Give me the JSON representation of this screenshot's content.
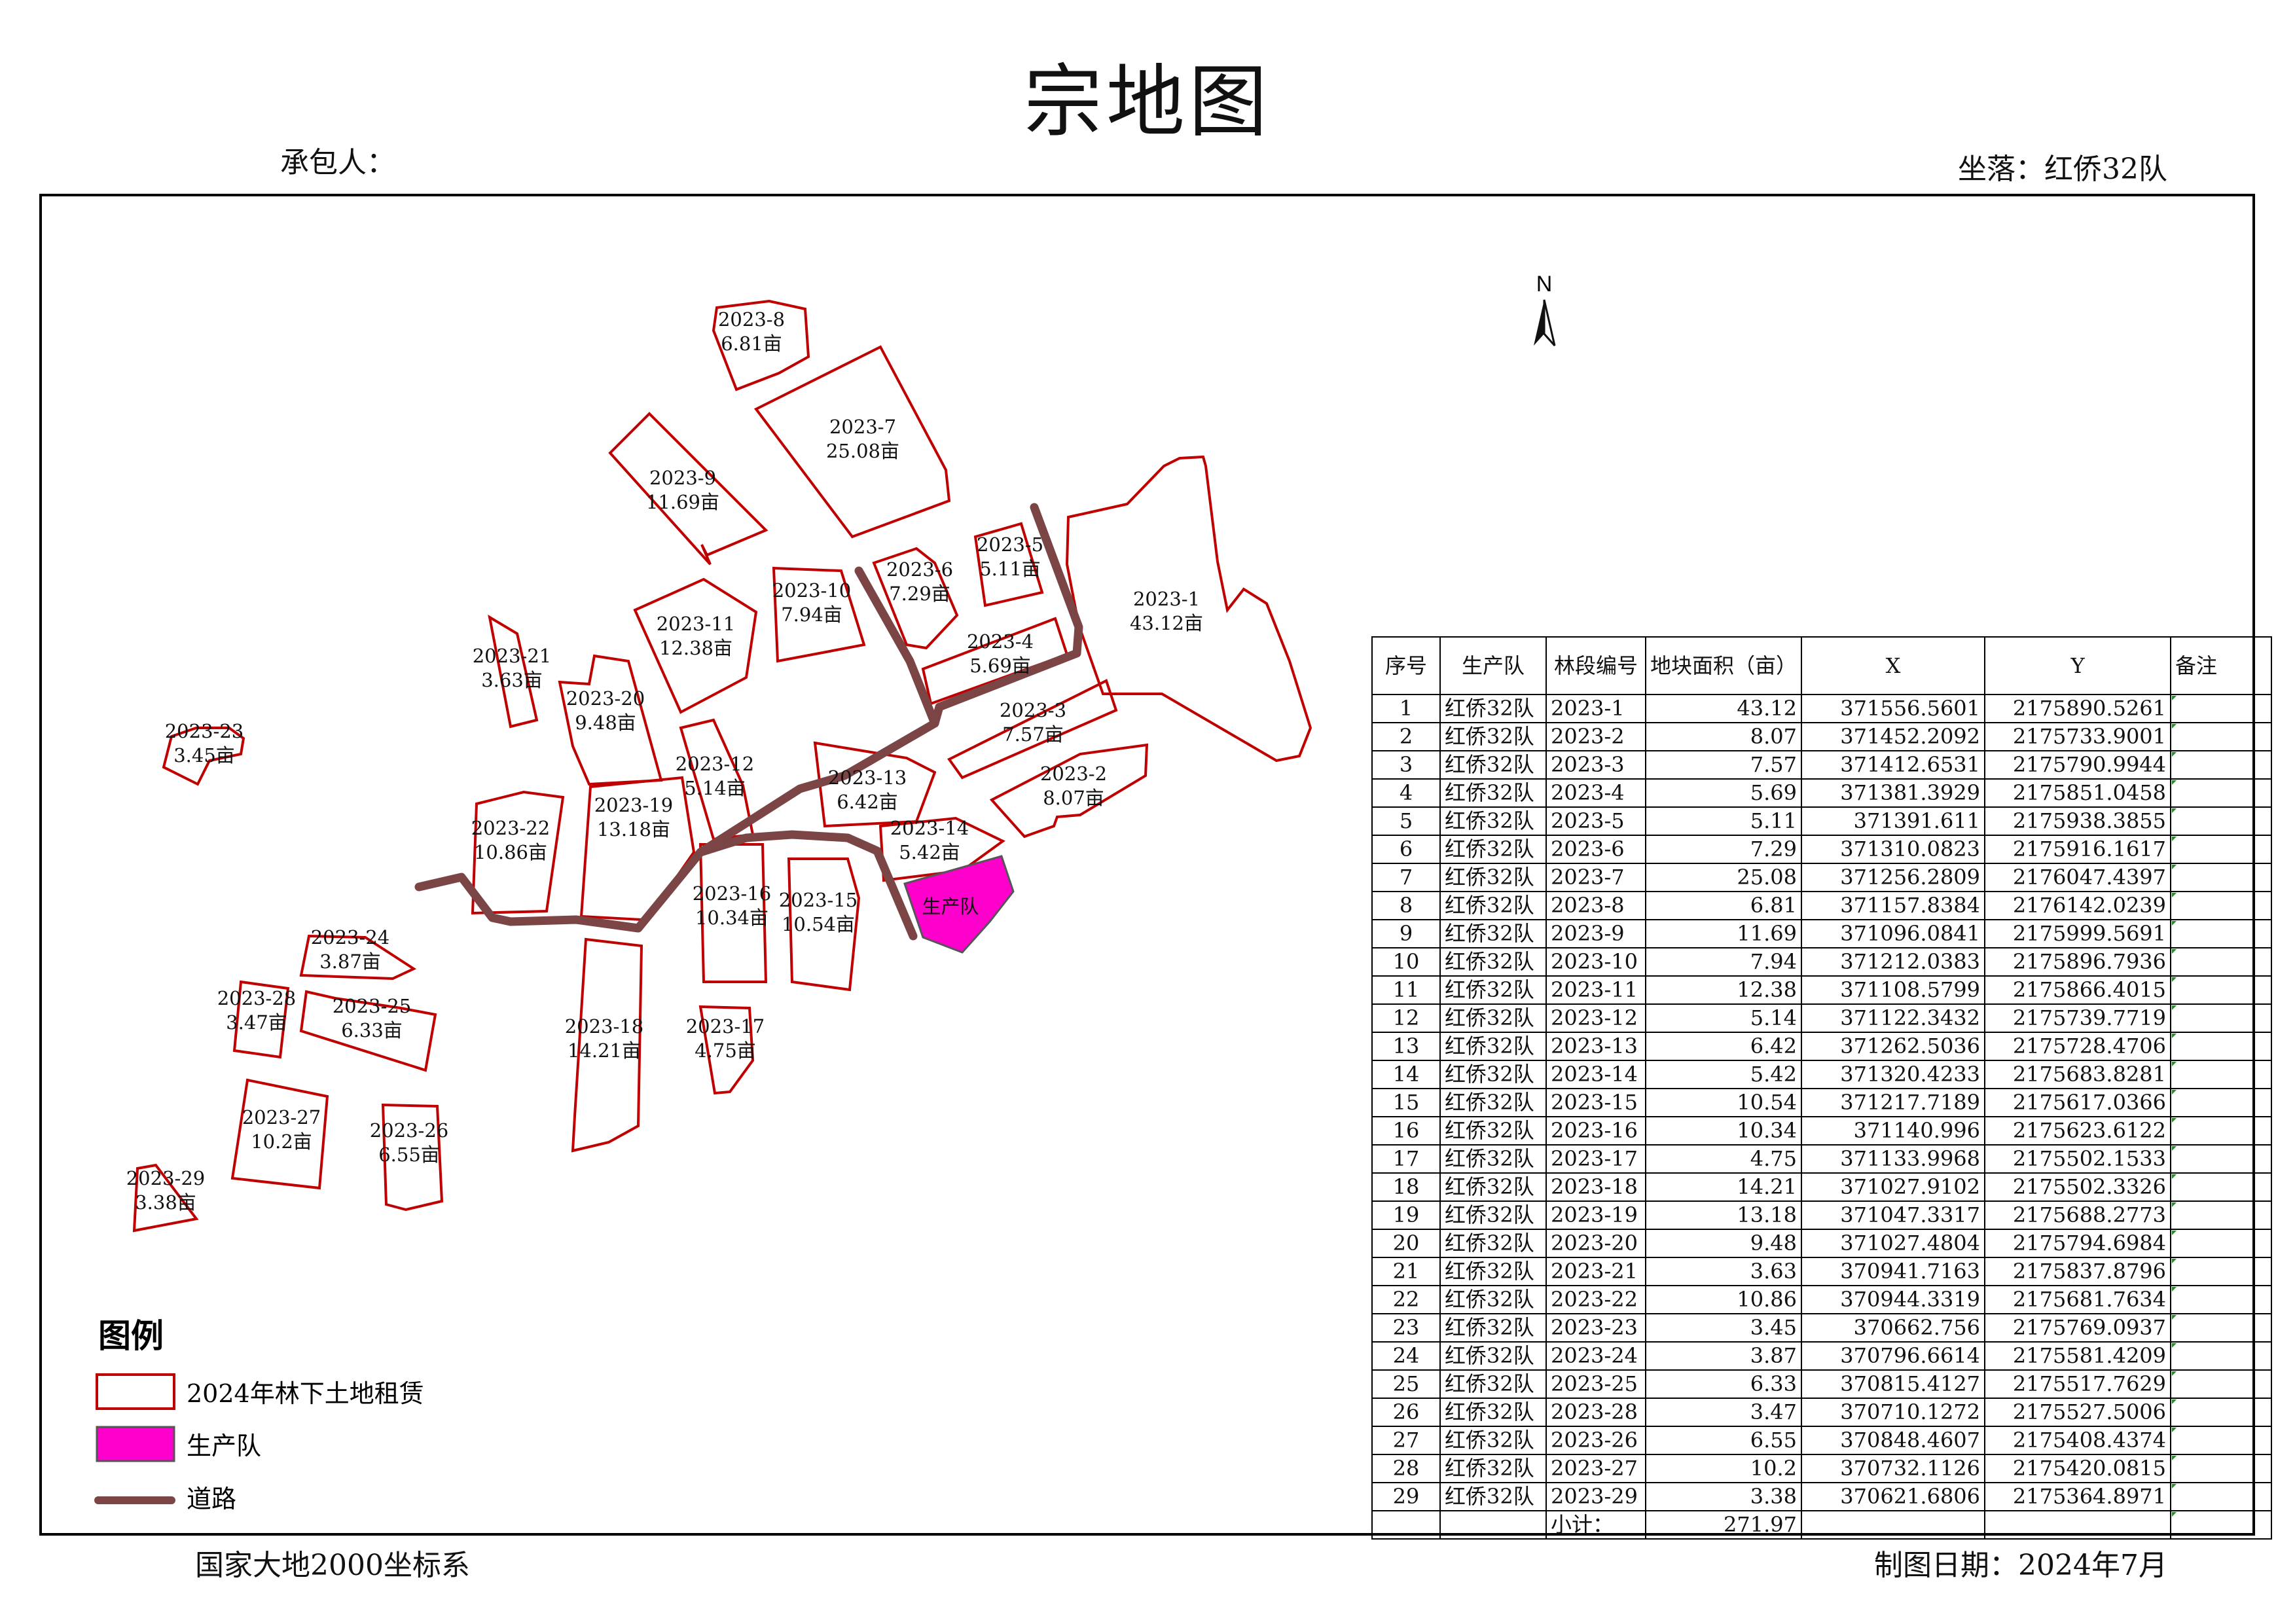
{
  "title": "宗地图",
  "contractor_label": "承包人：",
  "location_label": "坐落：红侨32队",
  "coord_system": "国家大地2000坐标系",
  "map_date": "制图日期：2024年7月",
  "north_label": "N",
  "colors": {
    "parcel_stroke": "#c00000",
    "production_team": "#ff00cc",
    "road": "#7b4545"
  },
  "map": {
    "parcels": [
      {
        "id": "2023-1",
        "area": "43.12亩"
      },
      {
        "id": "2023-2",
        "area": "8.07亩"
      },
      {
        "id": "2023-3",
        "area": "7.57亩"
      },
      {
        "id": "2023-4",
        "area": "5.69亩"
      },
      {
        "id": "2023-5",
        "area": "5.11亩"
      },
      {
        "id": "2023-6",
        "area": "7.29亩"
      },
      {
        "id": "2023-7",
        "area": "25.08亩"
      },
      {
        "id": "2023-8",
        "area": "6.81亩"
      },
      {
        "id": "2023-9",
        "area": "11.69亩"
      },
      {
        "id": "2023-10",
        "area": "7.94亩"
      },
      {
        "id": "2023-11",
        "area": "12.38亩"
      },
      {
        "id": "2023-12",
        "area": "5.14亩"
      },
      {
        "id": "2023-13",
        "area": "6.42亩"
      },
      {
        "id": "2023-14",
        "area": "5.42亩"
      },
      {
        "id": "2023-15",
        "area": "10.54亩"
      },
      {
        "id": "2023-16",
        "area": "10.34亩"
      },
      {
        "id": "2023-17",
        "area": "4.75亩"
      },
      {
        "id": "2023-18",
        "area": "14.21亩"
      },
      {
        "id": "2023-19",
        "area": "13.18亩"
      },
      {
        "id": "2023-20",
        "area": "9.48亩"
      },
      {
        "id": "2023-21",
        "area": "3.63亩"
      },
      {
        "id": "2023-22",
        "area": "10.86亩"
      },
      {
        "id": "2023-23",
        "area": "3.45亩"
      },
      {
        "id": "2023-24",
        "area": "3.87亩"
      },
      {
        "id": "2023-25",
        "area": "6.33亩"
      },
      {
        "id": "2023-26",
        "area": "6.55亩"
      },
      {
        "id": "2023-27",
        "area": "10.2亩"
      },
      {
        "id": "2023-28",
        "area": "3.47亩"
      },
      {
        "id": "2023-29",
        "area": "3.38亩"
      }
    ],
    "production_team_label": "生产队"
  },
  "legend": {
    "title": "图例",
    "items": [
      {
        "label": "2024年林下土地租赁"
      },
      {
        "label": "生产队"
      },
      {
        "label": "道路"
      }
    ]
  },
  "table": {
    "headers": [
      "序号",
      "生产队",
      "林段编号",
      "地块面积（亩）",
      "X",
      "Y",
      "备注"
    ],
    "rows": [
      [
        "1",
        "红侨32队",
        "2023-1",
        "43.12",
        "371556.5601",
        "2175890.5261",
        ""
      ],
      [
        "2",
        "红侨32队",
        "2023-2",
        "8.07",
        "371452.2092",
        "2175733.9001",
        ""
      ],
      [
        "3",
        "红侨32队",
        "2023-3",
        "7.57",
        "371412.6531",
        "2175790.9944",
        ""
      ],
      [
        "4",
        "红侨32队",
        "2023-4",
        "5.69",
        "371381.3929",
        "2175851.0458",
        ""
      ],
      [
        "5",
        "红侨32队",
        "2023-5",
        "5.11",
        "371391.611",
        "2175938.3855",
        ""
      ],
      [
        "6",
        "红侨32队",
        "2023-6",
        "7.29",
        "371310.0823",
        "2175916.1617",
        ""
      ],
      [
        "7",
        "红侨32队",
        "2023-7",
        "25.08",
        "371256.2809",
        "2176047.4397",
        ""
      ],
      [
        "8",
        "红侨32队",
        "2023-8",
        "6.81",
        "371157.8384",
        "2176142.0239",
        ""
      ],
      [
        "9",
        "红侨32队",
        "2023-9",
        "11.69",
        "371096.0841",
        "2175999.5691",
        ""
      ],
      [
        "10",
        "红侨32队",
        "2023-10",
        "7.94",
        "371212.0383",
        "2175896.7936",
        ""
      ],
      [
        "11",
        "红侨32队",
        "2023-11",
        "12.38",
        "371108.5799",
        "2175866.4015",
        ""
      ],
      [
        "12",
        "红侨32队",
        "2023-12",
        "5.14",
        "371122.3432",
        "2175739.7719",
        ""
      ],
      [
        "13",
        "红侨32队",
        "2023-13",
        "6.42",
        "371262.5036",
        "2175728.4706",
        ""
      ],
      [
        "14",
        "红侨32队",
        "2023-14",
        "5.42",
        "371320.4233",
        "2175683.8281",
        ""
      ],
      [
        "15",
        "红侨32队",
        "2023-15",
        "10.54",
        "371217.7189",
        "2175617.0366",
        ""
      ],
      [
        "16",
        "红侨32队",
        "2023-16",
        "10.34",
        "371140.996",
        "2175623.6122",
        ""
      ],
      [
        "17",
        "红侨32队",
        "2023-17",
        "4.75",
        "371133.9968",
        "2175502.1533",
        ""
      ],
      [
        "18",
        "红侨32队",
        "2023-18",
        "14.21",
        "371027.9102",
        "2175502.3326",
        ""
      ],
      [
        "19",
        "红侨32队",
        "2023-19",
        "13.18",
        "371047.3317",
        "2175688.2773",
        ""
      ],
      [
        "20",
        "红侨32队",
        "2023-20",
        "9.48",
        "371027.4804",
        "2175794.6984",
        ""
      ],
      [
        "21",
        "红侨32队",
        "2023-21",
        "3.63",
        "370941.7163",
        "2175837.8796",
        ""
      ],
      [
        "22",
        "红侨32队",
        "2023-22",
        "10.86",
        "370944.3319",
        "2175681.7634",
        ""
      ],
      [
        "23",
        "红侨32队",
        "2023-23",
        "3.45",
        "370662.756",
        "2175769.0937",
        ""
      ],
      [
        "24",
        "红侨32队",
        "2023-24",
        "3.87",
        "370796.6614",
        "2175581.4209",
        ""
      ],
      [
        "25",
        "红侨32队",
        "2023-25",
        "6.33",
        "370815.4127",
        "2175517.7629",
        ""
      ],
      [
        "26",
        "红侨32队",
        "2023-28",
        "3.47",
        "370710.1272",
        "2175527.5006",
        ""
      ],
      [
        "27",
        "红侨32队",
        "2023-26",
        "6.55",
        "370848.4607",
        "2175408.4374",
        ""
      ],
      [
        "28",
        "红侨32队",
        "2023-27",
        "10.2",
        "370732.1126",
        "2175420.0815",
        ""
      ],
      [
        "29",
        "红侨32队",
        "2023-29",
        "3.38",
        "370621.6806",
        "2175364.8971",
        ""
      ]
    ],
    "subtotal_label": "小计：",
    "subtotal_value": "271.97"
  }
}
